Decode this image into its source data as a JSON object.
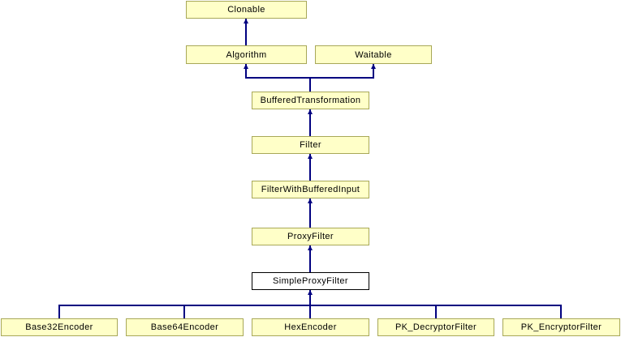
{
  "diagram": {
    "type": "class-inheritance-diagram",
    "nodes": [
      {
        "id": "clonable",
        "label": "Clonable",
        "highlight": false
      },
      {
        "id": "algorithm",
        "label": "Algorithm",
        "highlight": false
      },
      {
        "id": "waitable",
        "label": "Waitable",
        "highlight": false
      },
      {
        "id": "buffered-transformation",
        "label": "BufferedTransformation",
        "highlight": false
      },
      {
        "id": "filter",
        "label": "Filter",
        "highlight": false
      },
      {
        "id": "filter-with-buffered-input",
        "label": "FilterWithBufferedInput",
        "highlight": false
      },
      {
        "id": "proxy-filter",
        "label": "ProxyFilter",
        "highlight": false
      },
      {
        "id": "simple-proxy-filter",
        "label": "SimpleProxyFilter",
        "highlight": true
      },
      {
        "id": "base32-encoder",
        "label": "Base32Encoder",
        "highlight": false
      },
      {
        "id": "base64-encoder",
        "label": "Base64Encoder",
        "highlight": false
      },
      {
        "id": "hex-encoder",
        "label": "HexEncoder",
        "highlight": false
      },
      {
        "id": "pk-decryptor-filter",
        "label": "PK_DecryptorFilter",
        "highlight": false
      },
      {
        "id": "pk-encryptor-filter",
        "label": "PK_EncryptorFilter",
        "highlight": false
      }
    ],
    "edges": [
      {
        "derived": "Algorithm",
        "base": "Clonable"
      },
      {
        "derived": "BufferedTransformation",
        "base": "Algorithm"
      },
      {
        "derived": "BufferedTransformation",
        "base": "Waitable"
      },
      {
        "derived": "Filter",
        "base": "BufferedTransformation"
      },
      {
        "derived": "FilterWithBufferedInput",
        "base": "Filter"
      },
      {
        "derived": "ProxyFilter",
        "base": "FilterWithBufferedInput"
      },
      {
        "derived": "SimpleProxyFilter",
        "base": "ProxyFilter"
      },
      {
        "derived": "Base32Encoder",
        "base": "SimpleProxyFilter"
      },
      {
        "derived": "Base64Encoder",
        "base": "SimpleProxyFilter"
      },
      {
        "derived": "HexEncoder",
        "base": "SimpleProxyFilter"
      },
      {
        "derived": "PK_DecryptorFilter",
        "base": "SimpleProxyFilter"
      },
      {
        "derived": "PK_EncryptorFilter",
        "base": "SimpleProxyFilter"
      }
    ],
    "colors": {
      "node_fill": "#ffffc8",
      "node_border": "#a8a858",
      "highlight_fill": "#ffffff",
      "highlight_border": "#000000",
      "edge": "#000080",
      "text": "#000000",
      "background": "#ffffff"
    }
  }
}
